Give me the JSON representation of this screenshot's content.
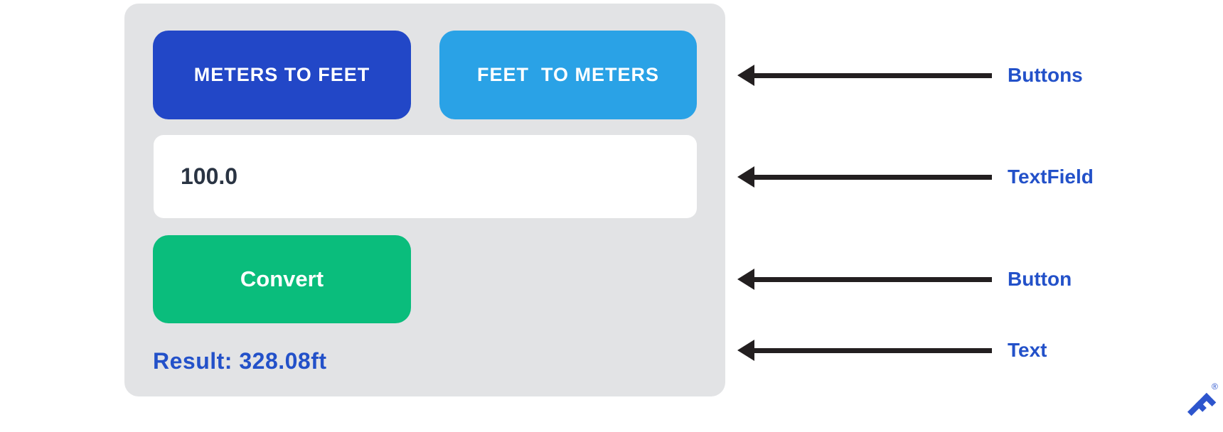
{
  "panel": {
    "unit_buttons": [
      {
        "label": "METERS TO FEET"
      },
      {
        "label": "FEET  TO METERS"
      }
    ],
    "textfield": {
      "value": "100.0"
    },
    "convert_button": {
      "label": "Convert"
    },
    "result_text": "Result: 328.08ft"
  },
  "annotations": [
    {
      "label": "Buttons"
    },
    {
      "label": "TextField"
    },
    {
      "label": "Button"
    },
    {
      "label": "Text"
    }
  ],
  "footer": {
    "logo_name": "toptal-logo-mark",
    "registered_mark": "®"
  },
  "colors": {
    "panel_bg": "#e2e3e5",
    "primary_button": "#2247c7",
    "secondary_button": "#2aa2e6",
    "convert_button": "#0abd7c",
    "field_bg": "#ffffff",
    "field_text": "#2a3443",
    "result_text": "#2351c9",
    "annotation_label": "#2351c9",
    "arrow": "#231f20",
    "logo": "#2d55cd"
  }
}
